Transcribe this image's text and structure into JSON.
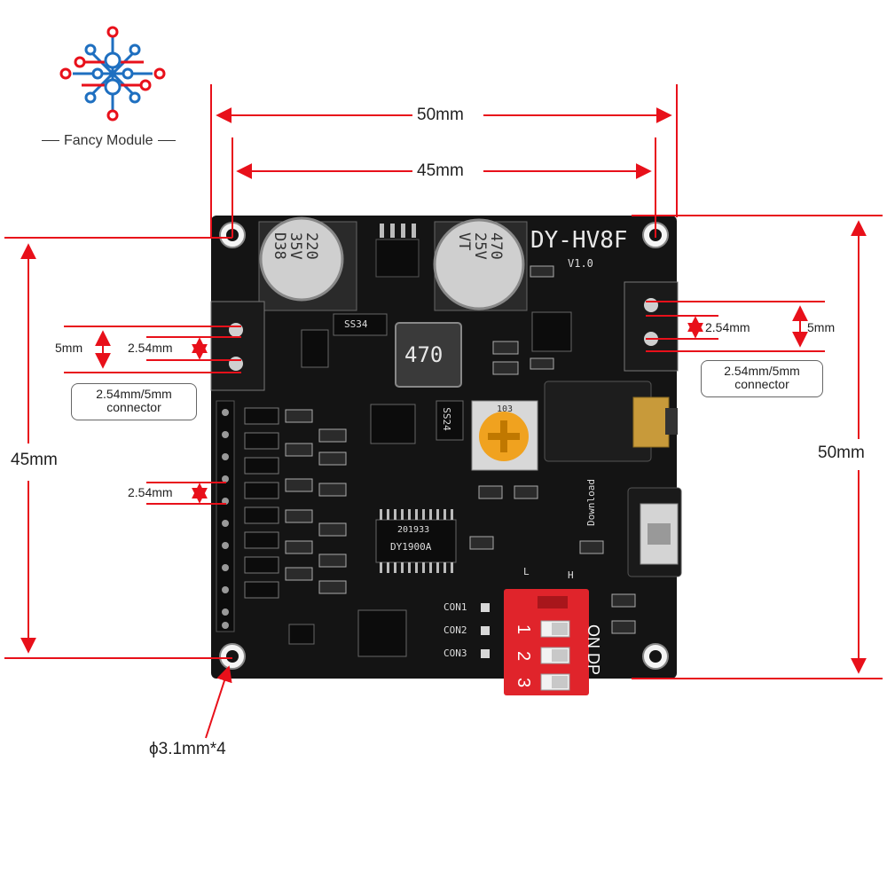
{
  "brand": {
    "name": "Fancy Module"
  },
  "board": {
    "title": "DY-HV8F",
    "version": "V1.0",
    "cap_left": [
      "220",
      "35V",
      "D38"
    ],
    "cap_right": [
      "470",
      "25V",
      "VT"
    ],
    "inductor": "470",
    "ss34": "SS34",
    "ss24": "SS24",
    "chip_main": [
      "201933",
      "DY1900A"
    ],
    "pot_label": "103",
    "download": "Download",
    "con1": "CON1",
    "con2": "CON2",
    "con3": "CON3",
    "dip_on": "ON DP",
    "dip_numbers": [
      "1",
      "2",
      "3"
    ],
    "dip_l": "L",
    "dip_h": "H"
  },
  "dimensions": {
    "width_outer": "50mm",
    "width_inner": "45mm",
    "height_inner": "45mm",
    "height_outer": "50mm",
    "pitch_left_top": "2.54mm",
    "gap_left_top": "5mm",
    "pitch_left_bottom": "2.54mm",
    "pitch_right": "2.54mm",
    "gap_right": "5mm",
    "hole": "ϕ3.1mm*4"
  },
  "connectors": {
    "left_line1": "2.54mm/5mm",
    "left_line2": "connector",
    "right_line1": "2.54mm/5mm",
    "right_line2": "connector"
  },
  "colors": {
    "dimension_line": "#e8101a",
    "board": "#141414",
    "dip_switch": "#e0242b"
  }
}
